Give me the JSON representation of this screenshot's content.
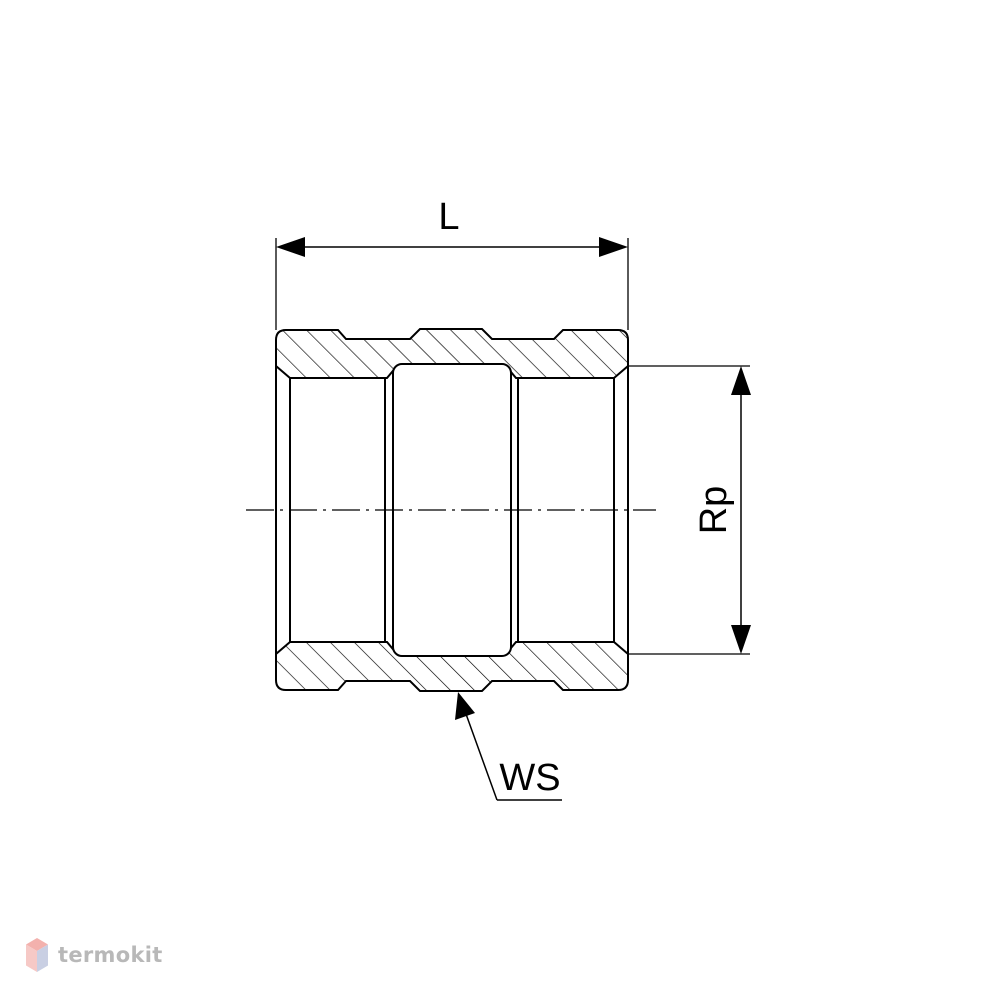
{
  "drawing": {
    "labels": {
      "length": "L",
      "thread": "Rp",
      "wrench": "WS"
    }
  },
  "watermark": {
    "text": "termokit"
  },
  "colors": {
    "line": "#000000",
    "background": "#ffffff",
    "watermark_text": "#b8b8b8",
    "logo_top": "#f3b1ad",
    "logo_left": "#f6c9c6",
    "logo_right": "#c9cfe3"
  }
}
